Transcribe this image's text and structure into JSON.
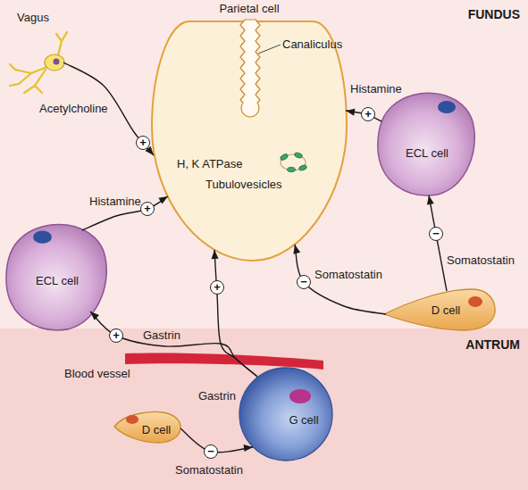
{
  "diagram": {
    "nodes": [
      {
        "text": [
          "FUNDUS"
        ]
      },
      {
        "text": [
          "Vagus"
        ],
        "in": 0
      },
      {
        "text": [
          "Parietal cell",
          "Canaliculus",
          "H, K ATPase",
          "Tubulovesicles"
        ],
        "in": 0
      },
      {
        "text": [
          "ECL cell"
        ],
        "in": 0
      },
      {
        "text": [
          "ECL cell"
        ],
        "in": 0
      },
      {
        "text": [
          "D cell"
        ],
        "in": 0
      },
      {
        "text": [
          "ANTRUM"
        ]
      },
      {
        "text": [
          "G cell"
        ],
        "in": 6
      },
      {
        "text": [
          "D cell"
        ],
        "in": 6
      }
    ],
    "edges": [
      {
        "from": 1,
        "to": 2,
        "label": "Acetylcholine",
        "arrow": "to"
      },
      {
        "from": 3,
        "to": 2,
        "label": "Histamine",
        "arrow": "to"
      },
      {
        "from": 4,
        "to": 2,
        "label": "Histamine",
        "arrow": "to"
      },
      {
        "from": 7,
        "to": 2,
        "label": "Gastrin",
        "arrow": "to"
      },
      {
        "from": 7,
        "to": 4,
        "label": "Gastrin",
        "arrow": "to"
      },
      {
        "from": 5,
        "to": 2,
        "label": "Somatostatin",
        "arrow": "to"
      },
      {
        "from": 5,
        "to": 3,
        "label": "Somatostatin",
        "arrow": "to"
      },
      {
        "from": 8,
        "to": 7,
        "label": "Somatostatin",
        "arrow": "to"
      }
    ],
    "labels": [
      "+",
      "+",
      "+",
      "+",
      "+",
      "−",
      "−",
      "Blood vessel",
      "−"
    ]
  }
}
